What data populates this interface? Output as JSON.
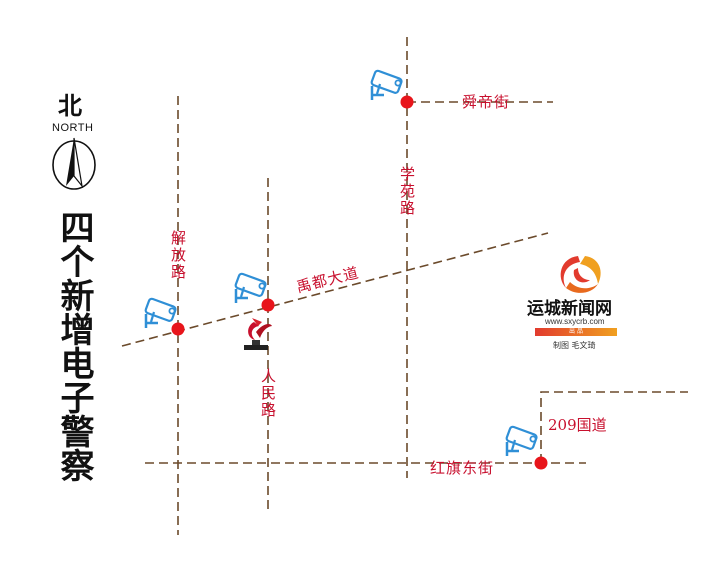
{
  "north": {
    "char": "北",
    "word": "NORTH",
    "icon": "north-arrow-icon"
  },
  "title": "四个新增电子警察",
  "roads": {
    "jiefang": "解放路",
    "renmin": "人民路",
    "xueyuan": "学苑路",
    "yudu": "禹都大道",
    "shundi": "舜帝街",
    "hongqi": "红旗东街",
    "g209": "209国道"
  },
  "markers": {
    "icon": "traffic-camera-icon",
    "dot_color": "#e8151b",
    "count": 4
  },
  "colors": {
    "road": "#6b4a2b",
    "label": "#c8102e",
    "camera": "#2f8fd6"
  },
  "brand": {
    "name": "运城新闻网",
    "url": "www.sxycrb.com",
    "tag": "出 品",
    "credit": "制图 毛文琦",
    "icon": "yuncheng-news-logo-icon"
  },
  "landmark": {
    "icon": "landmark-sculpture-icon"
  }
}
